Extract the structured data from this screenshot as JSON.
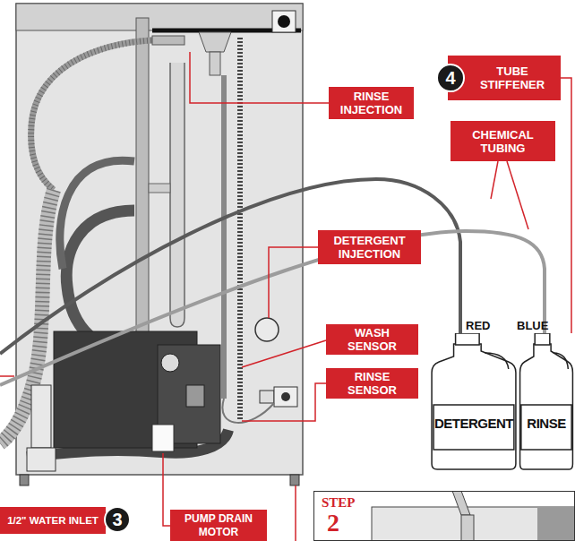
{
  "diagram": {
    "nodes": [
      {
        "text": [
          "4"
        ]
      },
      {
        "text": [
          "TUBE STIFFENER"
        ]
      },
      {
        "text": [
          "RINSE INJECTION"
        ]
      },
      {
        "text": [
          "CHEMICAL TUBING"
        ]
      },
      {
        "text": [
          "DETERGENT INJECTION"
        ]
      },
      {
        "text": [
          "WASH SENSOR"
        ]
      },
      {
        "text": [
          "RINSE SENSOR"
        ]
      },
      {
        "text": [
          "DETERGENT"
        ]
      },
      {
        "text": [
          "RINSE"
        ]
      },
      {
        "text": [
          "1/2\" WATER INLET"
        ]
      },
      {
        "text": [
          "3"
        ]
      },
      {
        "text": [
          "PUMP DRAIN MOTOR"
        ]
      },
      {
        "text": [
          "STEP",
          "2"
        ]
      }
    ],
    "edges": [
      {
        "from": 1,
        "to": 8,
        "arrow": "none"
      }
    ],
    "labels": [
      "RED",
      "BLUE"
    ]
  }
}
